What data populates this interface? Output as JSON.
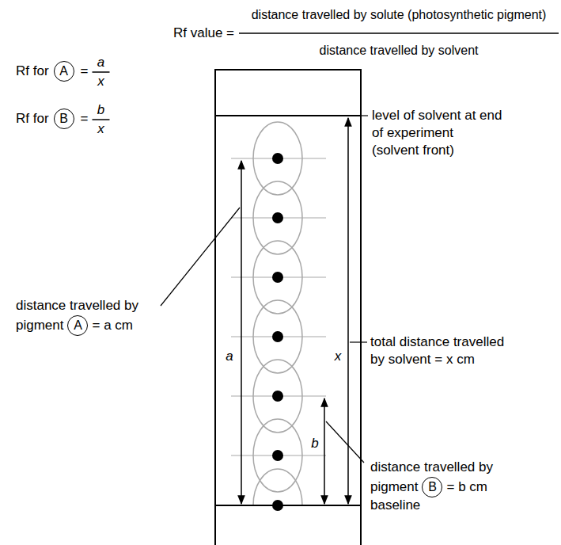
{
  "diagram": {
    "nodes": [
      {
        "text": [
          "A"
        ]
      },
      {
        "text": [
          "B"
        ]
      },
      {
        "text": [
          "A"
        ]
      },
      {
        "text": [
          "B"
        ]
      }
    ],
    "labels": [
      "Rf value =",
      "distance travelled by solute (photosynthetic pigment)",
      "distance travelled by solvent",
      "Rf for",
      "=",
      "a",
      "x",
      "Rf for",
      "=",
      "b",
      "x",
      "level of solvent at end of experiment (solvent front)",
      "distance travelled by",
      "= a cm",
      "a",
      "x",
      "total distance travelled by solvent = x cm",
      "b",
      "distance travelled by",
      "= b cm",
      "baseline",
      "pigment",
      "pigment"
    ]
  }
}
